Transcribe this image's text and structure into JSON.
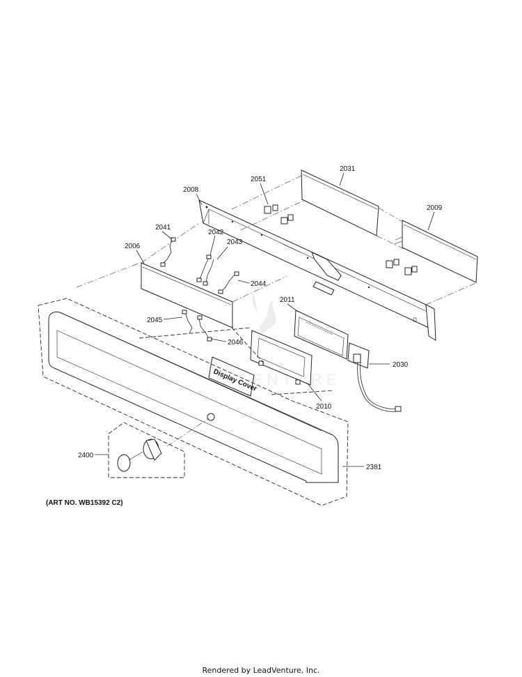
{
  "art_number": "(ART NO. WB15392 C2)",
  "watermark": "LEADVENTURE",
  "footer": "Rendered by LeadVenture, Inc.",
  "display_cover_label": "Display Cover",
  "callouts": {
    "p2031": "2031",
    "p2051": "2051",
    "p2008": "2008",
    "p2009": "2009",
    "p2041": "2041",
    "p2042": "2042",
    "p2043": "2043",
    "p2006": "2006",
    "p2044": "2044",
    "p2011": "2011",
    "p2045": "2045",
    "p2046": "2046",
    "p2030": "2030",
    "p2010": "2010",
    "p2400": "2400",
    "p2381": "2381"
  }
}
